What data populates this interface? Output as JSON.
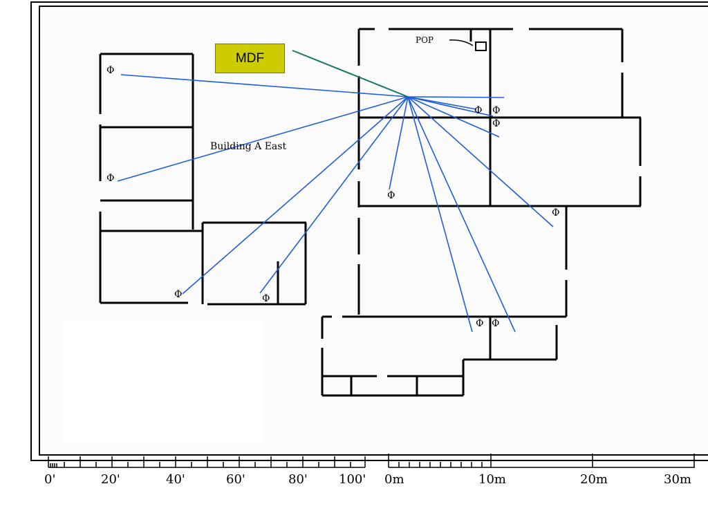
{
  "diagram": {
    "building_label": "Building A East",
    "pop_label": "POP",
    "mdf_label": "MDF",
    "outlet_glyph": "Φ",
    "imperial_scale": [
      "0'",
      "20'",
      "40'",
      "60'",
      "80'",
      "100'"
    ],
    "metric_scale": [
      "0m",
      "10m",
      "20m",
      "30m"
    ],
    "colors": {
      "cable": "#1e5ddb",
      "mdf_link": "#117766",
      "mdf_fill": "#cccc00",
      "wall": "#000000"
    }
  }
}
